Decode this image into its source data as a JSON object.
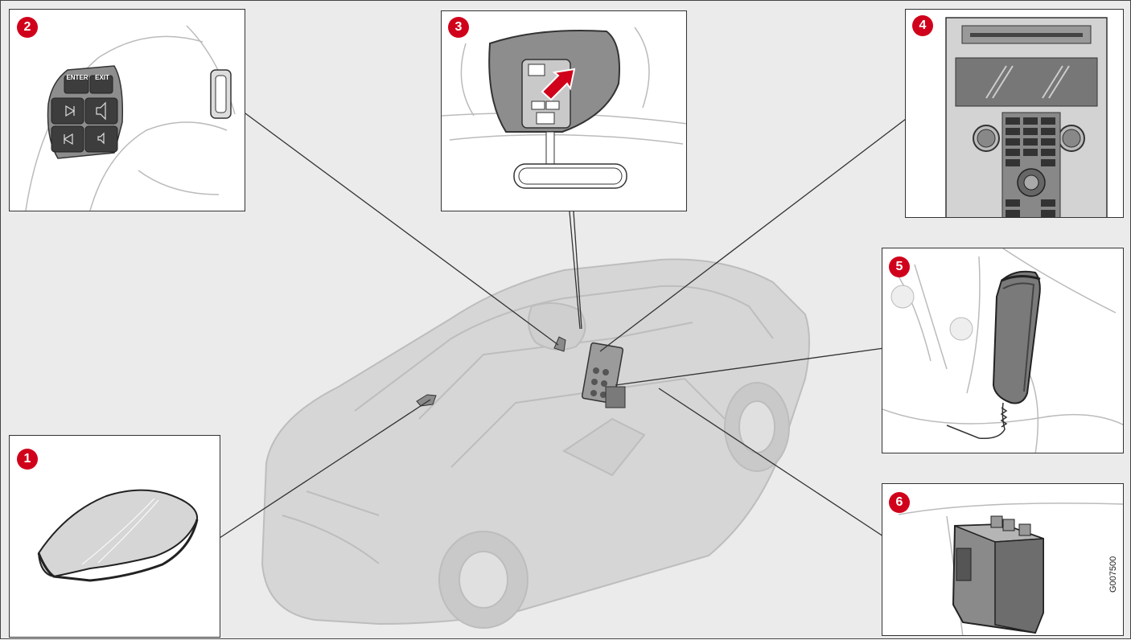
{
  "badge_color": "#d0021b",
  "panels": [
    {
      "key": "antenna",
      "number": "1",
      "icon": "shark-fin-antenna-icon"
    },
    {
      "key": "steering",
      "number": "2",
      "icon": "steering-wheel-keypad-icon",
      "buttons": {
        "enter": "ENTER",
        "exit": "EXIT"
      }
    },
    {
      "key": "roof",
      "number": "3",
      "icon": "roof-console-sos-button-icon"
    },
    {
      "key": "console",
      "number": "4",
      "icon": "center-console-keypad-icon"
    },
    {
      "key": "handset",
      "number": "5",
      "icon": "phone-handset-icon"
    },
    {
      "key": "module",
      "number": "6",
      "icon": "telematics-module-icon"
    }
  ],
  "image_code": "G007500"
}
